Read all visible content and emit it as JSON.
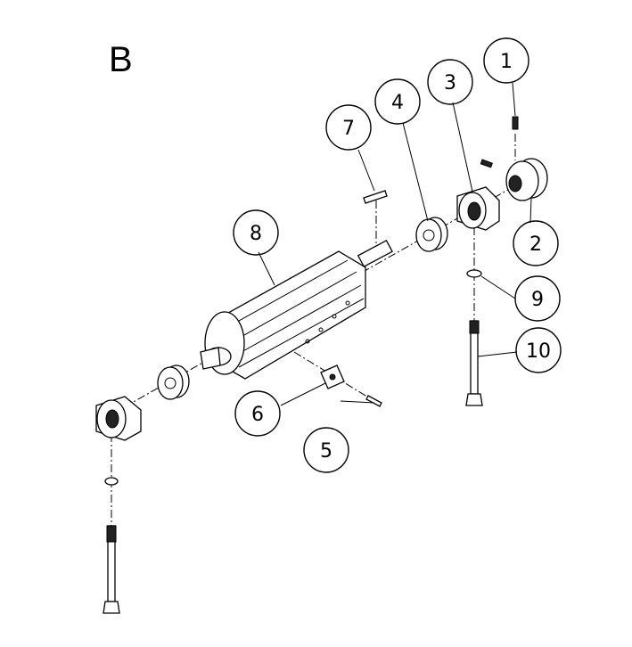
{
  "section_label": "B",
  "callouts": [
    {
      "id": "callout-1",
      "label": "1"
    },
    {
      "id": "callout-2",
      "label": "2"
    },
    {
      "id": "callout-3",
      "label": "3"
    },
    {
      "id": "callout-4",
      "label": "4"
    },
    {
      "id": "callout-5",
      "label": "5"
    },
    {
      "id": "callout-6",
      "label": "6"
    },
    {
      "id": "callout-7",
      "label": "7"
    },
    {
      "id": "callout-8",
      "label": "8"
    },
    {
      "id": "callout-9",
      "label": "9"
    },
    {
      "id": "callout-10",
      "label": "10"
    }
  ]
}
